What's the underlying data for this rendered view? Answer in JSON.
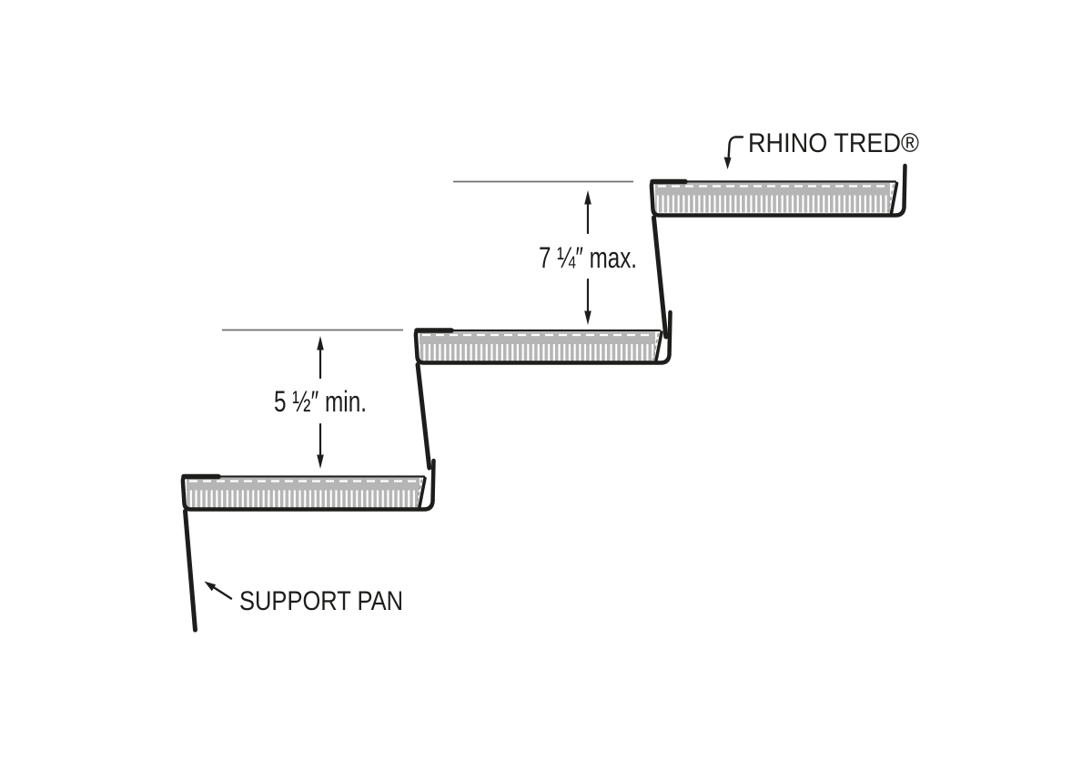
{
  "diagram": {
    "product_label": "RHINO TRED®",
    "support_label": "SUPPORT PAN",
    "riser_max_label": "7 ¼″ max.",
    "riser_min_label": "5 ½″ min."
  },
  "icons": {
    "product_leader": "arrow-down-icon",
    "support_leader": "arrow-up-left-icon",
    "riser_max_dimension": "vertical-double-ended-arrow-icon",
    "riser_min_dimension": "vertical-double-ended-arrow-icon"
  },
  "colors": {
    "line": "#1d1d1b",
    "text": "#1d1d1b",
    "tread_fill": "#b5b5b5",
    "tread_gap": "#ffffff",
    "extension": "#6f6f6f",
    "background": "#ffffff"
  }
}
